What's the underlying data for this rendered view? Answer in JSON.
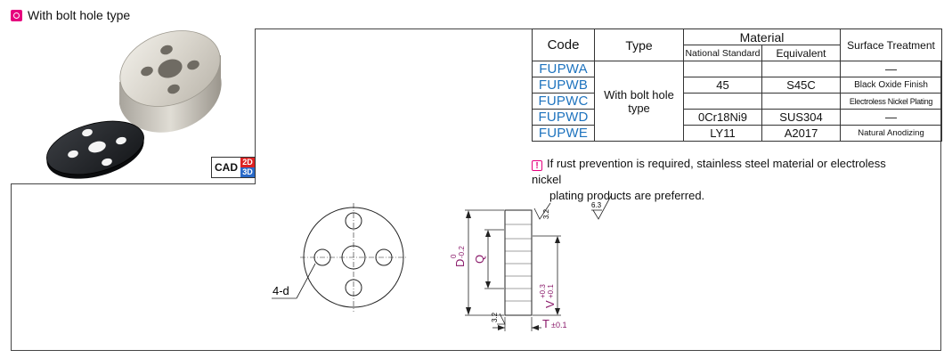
{
  "header": {
    "title": "With bolt hole type"
  },
  "cad": {
    "label": "CAD",
    "badge_2d": "2D",
    "badge_3d": "3D"
  },
  "table": {
    "head_code": "Code",
    "head_type": "Type",
    "head_material": "Material",
    "head_national": "National Standard",
    "head_equivalent": "Equivalent",
    "head_surface": "Surface Treatment",
    "type_value": "With bolt hole type",
    "rows": [
      {
        "code": "FUPWA",
        "national": "",
        "equivalent": "",
        "surface": "—"
      },
      {
        "code": "FUPWB",
        "national": "45",
        "equivalent": "S45C",
        "surface": "Black Oxide Finish"
      },
      {
        "code": "FUPWC",
        "national": "",
        "equivalent": "",
        "surface": "Electroless Nickel Plating"
      },
      {
        "code": "FUPWD",
        "national": "0Cr18Ni9",
        "equivalent": "SUS304",
        "surface": "—"
      },
      {
        "code": "FUPWE",
        "national": "LY11",
        "equivalent": "A2017",
        "surface": "Natural Anodizing"
      }
    ]
  },
  "note": {
    "line1": "If rust prevention is required, stainless steel material or electroless nickel",
    "line2": "plating products are preferred."
  },
  "drawing": {
    "hole_label": "4-d",
    "roughness_main": "6.3",
    "roughness_side": "3.2",
    "dim_d": "D",
    "dim_d_tol_upper": "0",
    "dim_d_tol_lower": "-0.2",
    "dim_q": "Q",
    "dim_v": "V",
    "dim_v_tol_upper": "+0.3",
    "dim_v_tol_lower": "+0.1",
    "dim_t": "T",
    "dim_t_tol": "±0.1"
  }
}
